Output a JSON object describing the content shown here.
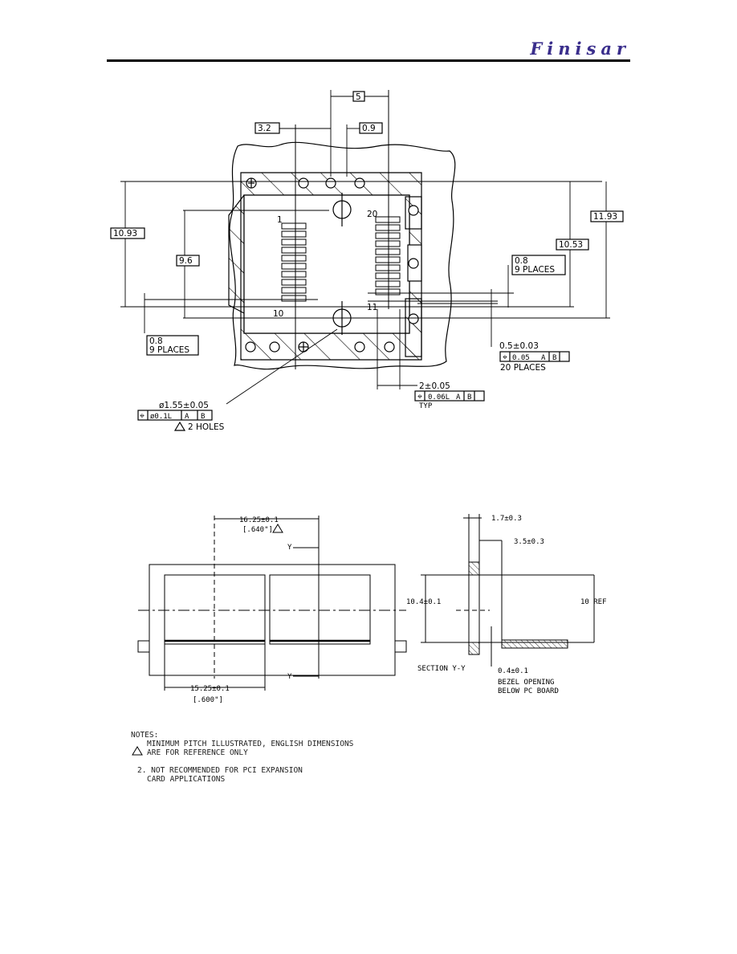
{
  "header": {
    "brand": "Finisar"
  },
  "top_drawing": {
    "dims": {
      "d5": "5",
      "d3_2": "3.2",
      "d0_9": "0.9",
      "d10_93": "10.93",
      "d11_93": "11.93",
      "d10_53": "10.53",
      "d9_6": "9.6",
      "pin1": "1",
      "pin20": "20",
      "pin10": "10",
      "pin11": "11"
    },
    "callouts": {
      "right_pitch_value": "0.8",
      "right_pitch_places": "9 PLACES",
      "left_pitch_value": "0.8",
      "left_pitch_places": "9 PLACES",
      "pad_width": "0.5±0.03",
      "pad_tol": "0.05",
      "pad_places": "20 PLACES",
      "hole_dia": "ø1.55±0.05",
      "hole_tol": "ø0.1L",
      "hole_count": "2 HOLES",
      "lead_len": "2±0.05",
      "lead_tol": "0.06L",
      "lead_typ": "TYP"
    },
    "datums": {
      "a": "A",
      "b": "B"
    }
  },
  "bottom_drawing": {
    "dim_top": "16.25±0.1",
    "dim_top_in": "[.640\"]",
    "dim_bottom": "15.25±0.1",
    "dim_bottom_in": "[.600\"]",
    "sec_y": "Y",
    "dim_thk": "1.7±0.3",
    "dim_gap": "3.5±0.3",
    "dim_height": "10.4±0.1",
    "dim_ref": "10 REF",
    "section_label": "SECTION  Y-Y",
    "bezel_dim": "0.4±0.1",
    "bezel_note1": "BEZEL OPENING",
    "bezel_note2": "BELOW PC BOARD"
  },
  "notes": {
    "title": "NOTES:",
    "note1_line1": "MINIMUM PITCH ILLUSTRATED, ENGLISH DIMENSIONS",
    "note1_line2": "ARE FOR REFERENCE ONLY",
    "note2_line1": "2. NOT RECOMMENDED FOR PCI EXPANSION",
    "note2_line2": "CARD APPLICATIONS"
  }
}
